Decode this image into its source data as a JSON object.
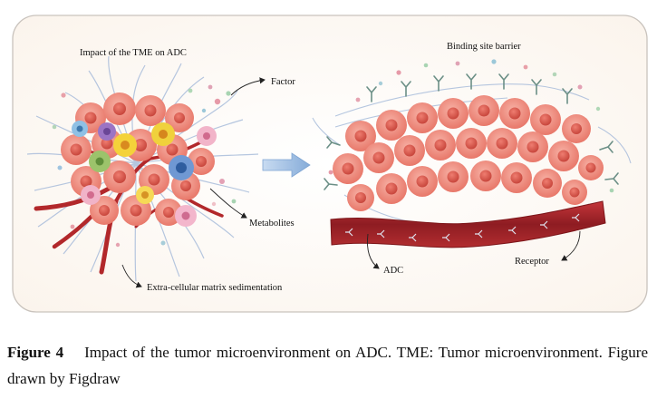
{
  "figure": {
    "left_panel": {
      "title": "Impact of the TME on ADC",
      "labels": {
        "factor": "Factor",
        "metabolites": "Metabolites",
        "ecm": "Extra-cellular matrix sedimentation"
      }
    },
    "right_panel": {
      "title": "Binding site barrier",
      "labels": {
        "adc": "ADC",
        "receptor": "Receptor"
      }
    }
  },
  "caption": {
    "label": "Figure 4",
    "text": "Impact of the tumor microenvironment on ADC. TME: Tumor microenvironment. Figure drawn by Figdraw"
  },
  "colors": {
    "frame": "#c9c3bd",
    "background_gradient_edge": "#fbf5ee",
    "tumor_cell": "#ee8a7c",
    "tumor_nucleus": "#d9564a",
    "blood_vessel": "#b2282b",
    "collagen_fiber": "#a9bddb",
    "arrow": "#8fb2dc",
    "antibody": "#6b8f86"
  }
}
